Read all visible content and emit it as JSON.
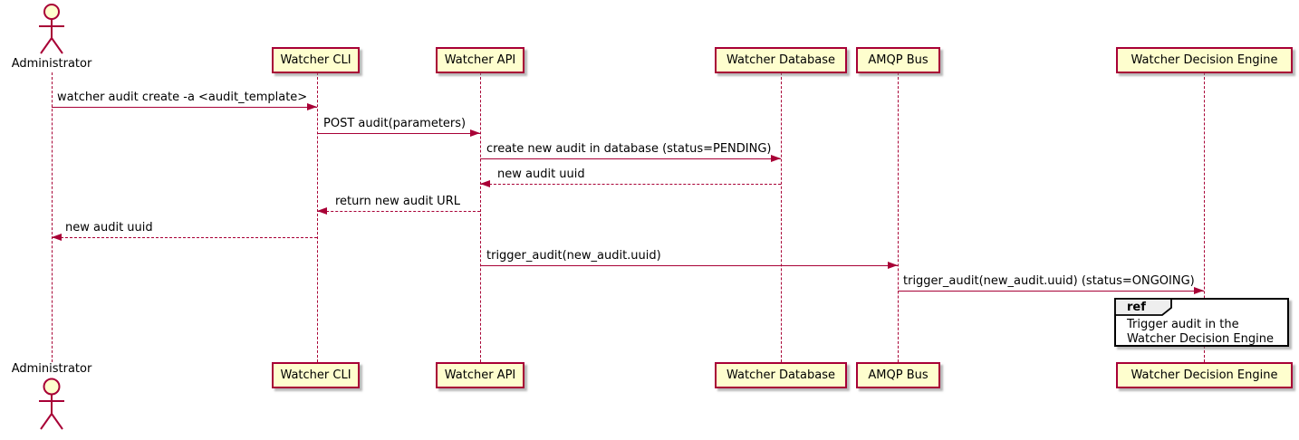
{
  "diagram": {
    "kind": "uml-sequence-diagram",
    "actor": {
      "name": "Administrator"
    },
    "participants": [
      {
        "id": "watcher-cli",
        "label": "Watcher CLI"
      },
      {
        "id": "watcher-api",
        "label": "Watcher API"
      },
      {
        "id": "watcher-database",
        "label": "Watcher Database"
      },
      {
        "id": "amqp-bus",
        "label": "AMQP Bus"
      },
      {
        "id": "watcher-decision-engine",
        "label": "Watcher Decision Engine"
      }
    ],
    "messages": [
      {
        "from": "Administrator",
        "to": "Watcher CLI",
        "style": "solid",
        "text": "watcher audit create -a <audit_template>"
      },
      {
        "from": "Watcher CLI",
        "to": "Watcher API",
        "style": "solid",
        "text": "POST audit(parameters)"
      },
      {
        "from": "Watcher API",
        "to": "Watcher Database",
        "style": "solid",
        "text": "create new audit in database (status=PENDING)"
      },
      {
        "from": "Watcher Database",
        "to": "Watcher API",
        "style": "dashed",
        "text": "new audit uuid"
      },
      {
        "from": "Watcher API",
        "to": "Watcher CLI",
        "style": "dashed",
        "text": "return new audit URL"
      },
      {
        "from": "Watcher CLI",
        "to": "Administrator",
        "style": "dashed",
        "text": "new audit uuid"
      },
      {
        "from": "Watcher API",
        "to": "AMQP Bus",
        "style": "solid",
        "text": "trigger_audit(new_audit.uuid)"
      },
      {
        "from": "AMQP Bus",
        "to": "Watcher Decision Engine",
        "style": "solid",
        "text": "trigger_audit(new_audit.uuid) (status=ONGOING)"
      }
    ],
    "ref_frame": {
      "keyword": "ref",
      "over": "Watcher Decision Engine",
      "lines": [
        "Trigger audit in the",
        "Watcher Decision Engine"
      ]
    },
    "colors": {
      "participant_fill": "#FEFECE",
      "participant_border": "#A80036",
      "message_line": "#A80036",
      "lifeline": "#A80036",
      "frame_border": "#000000",
      "frame_tab_fill": "#EEEEEE",
      "text": "#000000",
      "background": "#FFFFFF"
    }
  }
}
